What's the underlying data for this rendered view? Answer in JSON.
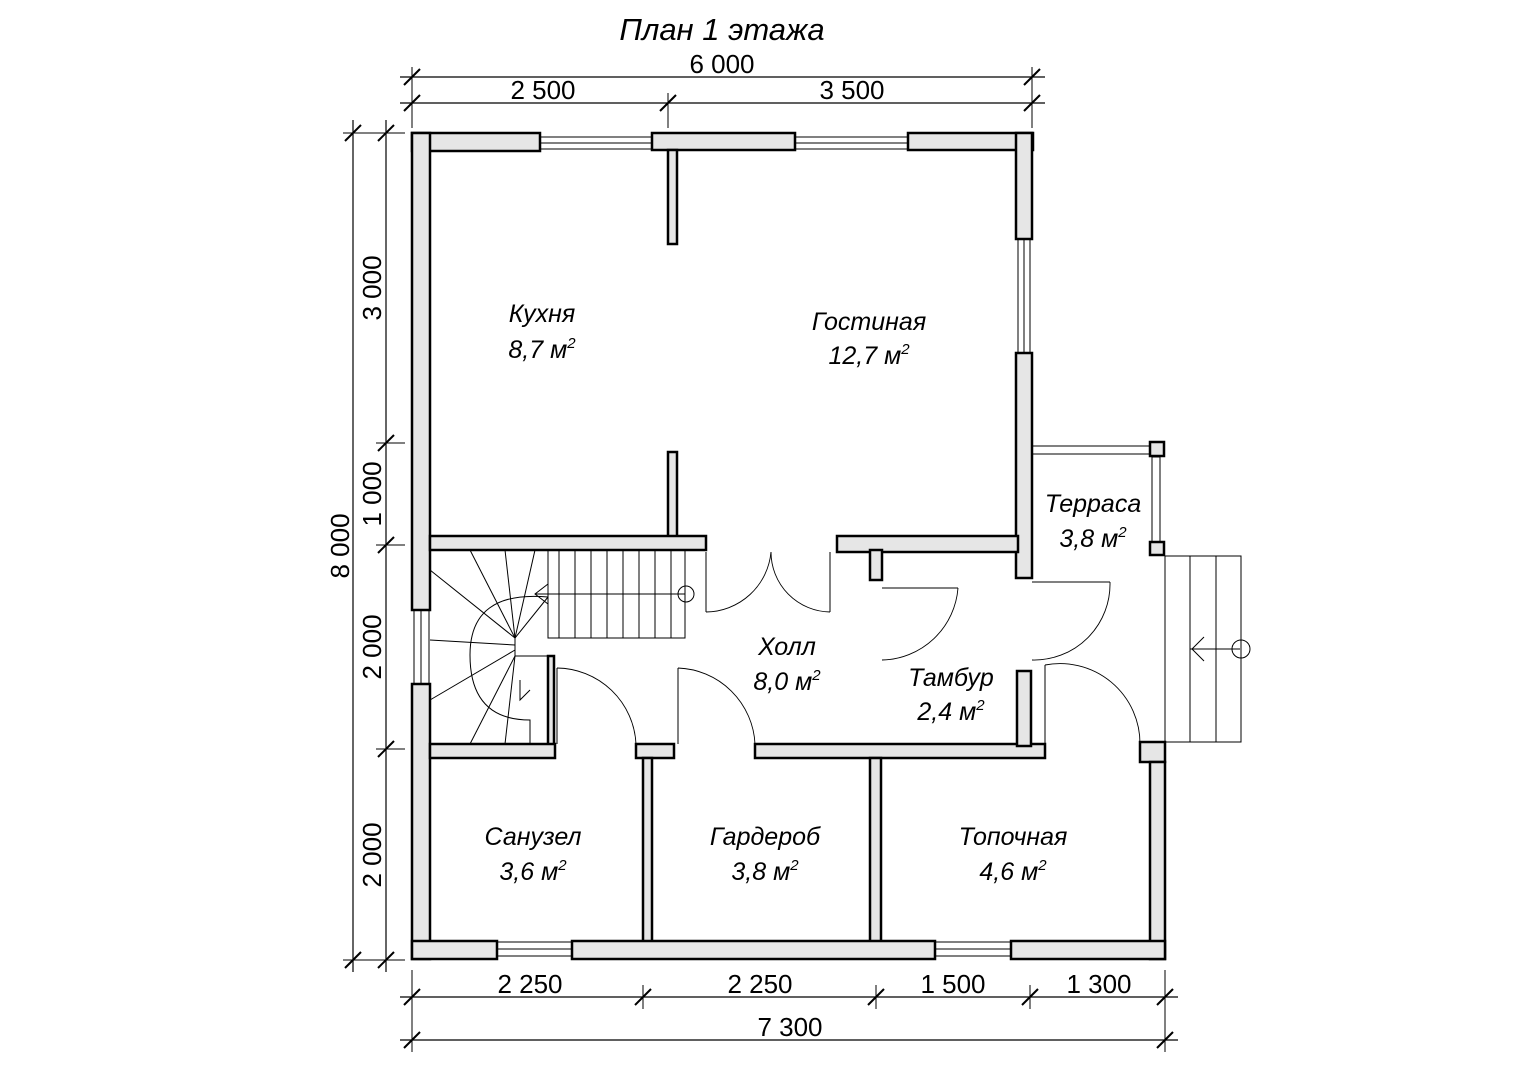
{
  "title": "План 1 этажа",
  "dimensions": {
    "top_total": "6 000",
    "top_left": "2 500",
    "top_right": "3 500",
    "left_total": "8 000",
    "left_1": "3 000",
    "left_2": "1 000",
    "left_3": "2 000",
    "left_4": "2 000",
    "bottom_1": "2 250",
    "bottom_2": "2 250",
    "bottom_3": "1 500",
    "bottom_4": "1 300",
    "bottom_total": "7 300"
  },
  "area_unit": "м",
  "area_exponent": "2",
  "rooms": {
    "kitchen": {
      "name": "Кухня",
      "area": "8,7"
    },
    "living": {
      "name": "Гостиная",
      "area": "12,7"
    },
    "terrace": {
      "name": "Терраса",
      "area": "3,8"
    },
    "hall": {
      "name": "Холл",
      "area": "8,0"
    },
    "vestibule": {
      "name": "Тамбур",
      "area": "2,4"
    },
    "bathroom": {
      "name": "Санузел",
      "area": "3,6"
    },
    "wardrobe": {
      "name": "Гардероб",
      "area": "3,8"
    },
    "boiler": {
      "name": "Топочная",
      "area": "4,6"
    }
  },
  "colors": {
    "wall_fill": "#e6e6e6",
    "line": "#000000",
    "background": "#ffffff"
  }
}
